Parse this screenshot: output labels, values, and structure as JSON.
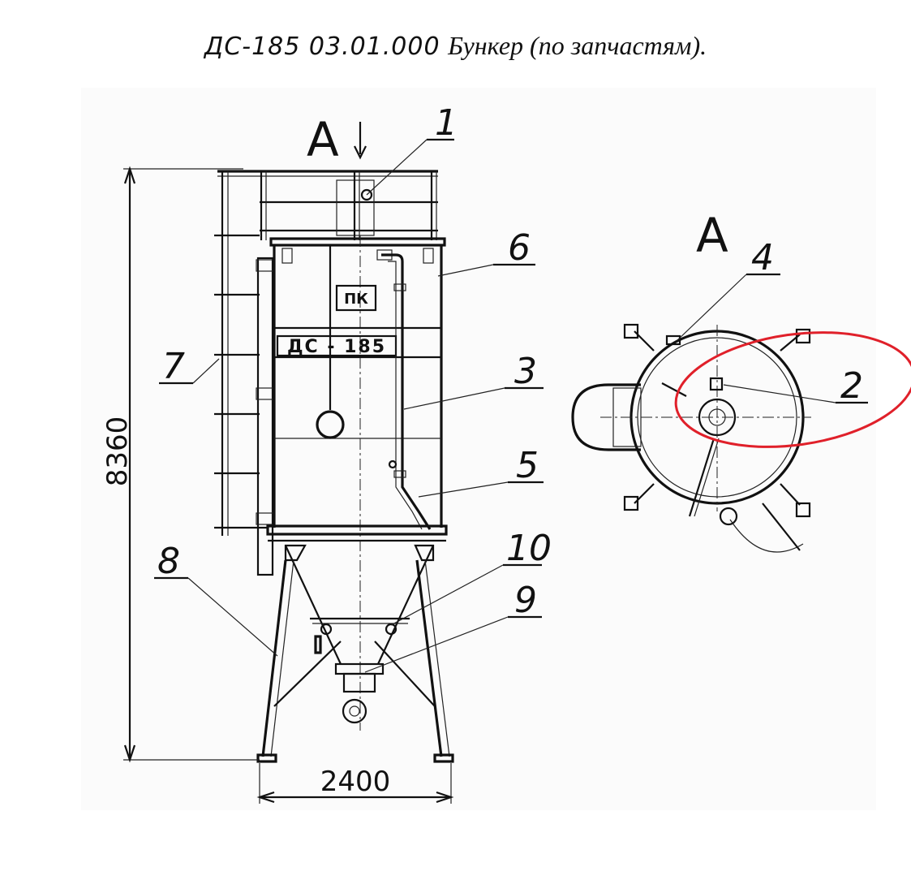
{
  "title": {
    "code": "ДС-185  03.01.000",
    "description": "Бункер (по запчастям)."
  },
  "view_label_main": "А",
  "view_label_top": "А",
  "nameplate": "ДС - 185",
  "logo": "ПК",
  "dimensions": {
    "height": "8360",
    "width": "2400"
  },
  "callouts": [
    "1",
    "2",
    "3",
    "4",
    "5",
    "6",
    "7",
    "8",
    "9",
    "10"
  ],
  "highlight_color": "#e0202a"
}
